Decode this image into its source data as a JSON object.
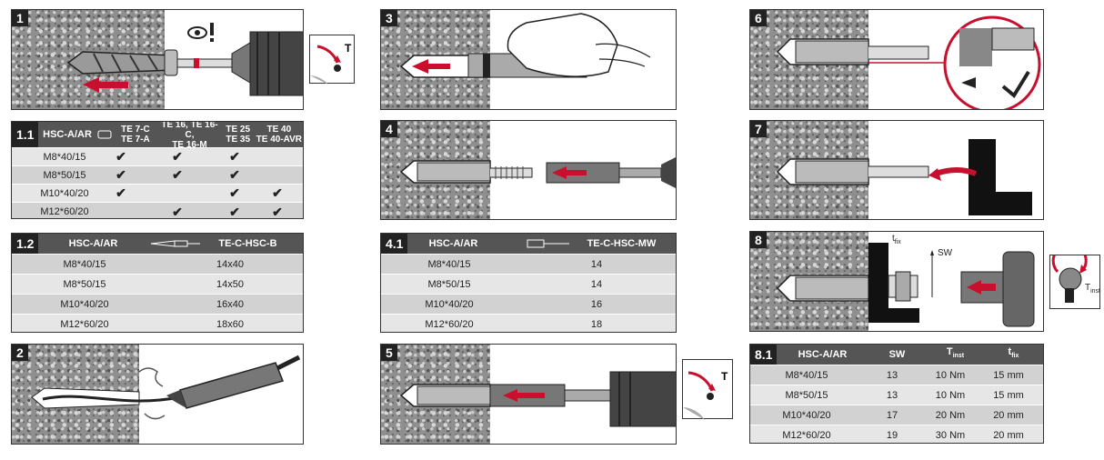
{
  "steps": {
    "s1": "1",
    "s2": "2",
    "s3": "3",
    "s4": "4",
    "s5": "5",
    "s6": "6",
    "s7": "7",
    "s8": "8"
  },
  "table_1_1": {
    "number": "1.1",
    "title": "HSC-A/AR",
    "columns": [
      {
        "line1": "TE 7-C",
        "line2": "TE 7-A"
      },
      {
        "line1": "TE 16, TE 16-C,",
        "line2": "TE 16-M"
      },
      {
        "line1": "TE 25",
        "line2": "TE 35"
      },
      {
        "line1": "TE 40",
        "line2": "TE 40-AVR"
      }
    ],
    "rows": [
      {
        "label": "M8*40/15",
        "checks": [
          "✔",
          "✔",
          "✔",
          ""
        ]
      },
      {
        "label": "M8*50/15",
        "checks": [
          "✔",
          "✔",
          "✔",
          ""
        ]
      },
      {
        "label": "M10*40/20",
        "checks": [
          "✔",
          "",
          "✔",
          "✔"
        ]
      },
      {
        "label": "M12*60/20",
        "checks": [
          "",
          "✔",
          "✔",
          "✔"
        ]
      }
    ]
  },
  "table_1_2": {
    "number": "1.2",
    "title": "HSC-A/AR",
    "col": "TE-C-HSC-B",
    "rows": [
      {
        "label": "M8*40/15",
        "value": "14x40"
      },
      {
        "label": "M8*50/15",
        "value": "14x50"
      },
      {
        "label": "M10*40/20",
        "value": "16x40"
      },
      {
        "label": "M12*60/20",
        "value": "18x60"
      }
    ]
  },
  "table_4_1": {
    "number": "4.1",
    "title": "HSC-A/AR",
    "col": "TE-C-HSC-MW",
    "rows": [
      {
        "label": "M8*40/15",
        "value": "14"
      },
      {
        "label": "M8*50/15",
        "value": "14"
      },
      {
        "label": "M10*40/20",
        "value": "16"
      },
      {
        "label": "M12*60/20",
        "value": "18"
      }
    ]
  },
  "table_8_1": {
    "number": "8.1",
    "title": "HSC-A/AR",
    "col_sw": "SW",
    "col_tinst": "T",
    "col_tinst_sub": "inst",
    "col_tfix": "t",
    "col_tfix_sub": "fix",
    "rows": [
      {
        "label": "M8*40/15",
        "sw": "13",
        "tinst": "10 Nm",
        "tfix": "15 mm"
      },
      {
        "label": "M8*50/15",
        "sw": "13",
        "tinst": "10 Nm",
        "tfix": "15 mm"
      },
      {
        "label": "M10*40/20",
        "sw": "17",
        "tinst": "20 Nm",
        "tfix": "20 mm"
      },
      {
        "label": "M12*60/20",
        "sw": "19",
        "tinst": "30 Nm",
        "tfix": "20 mm"
      }
    ]
  },
  "labels": {
    "tfix": "t",
    "tfix_sub": "fix",
    "sw": "SW",
    "tinst": "T",
    "tinst_sub": "inst",
    "hammer_mark": "!",
    "torque_mark": "T"
  },
  "colors": {
    "accent_red": "#c8102e",
    "concrete": "#8f8f8f",
    "header_gray": "#555555"
  }
}
